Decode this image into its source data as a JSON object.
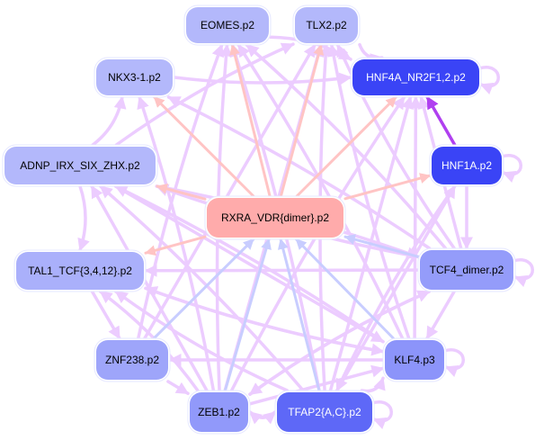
{
  "diagram": {
    "type": "directed-network",
    "edge_colors": {
      "default": "#ecccff",
      "from_rxra": "#ffc4c4",
      "to_rxra": "#c8cdff",
      "strong": "#b040f0"
    },
    "nodes": [
      {
        "id": "EOMES",
        "label": "EOMES.p2",
        "fill": "#b3b8fb",
        "text": "#000000"
      },
      {
        "id": "TLX2",
        "label": "TLX2.p2",
        "fill": "#b3b8fb",
        "text": "#000000"
      },
      {
        "id": "NKX3",
        "label": "NKX3-1.p2",
        "fill": "#b3b8fb",
        "text": "#000000"
      },
      {
        "id": "HNF4A",
        "label": "HNF4A_NR2F1,2.p2",
        "fill": "#3a44f6",
        "text": "#ffffff"
      },
      {
        "id": "ADNP",
        "label": "ADNP_IRX_SIX_ZHX.p2",
        "fill": "#b3b8fb",
        "text": "#000000"
      },
      {
        "id": "HNF1A",
        "label": "HNF1A.p2",
        "fill": "#3a44f6",
        "text": "#ffffff"
      },
      {
        "id": "RXRA",
        "label": "RXRA_VDR{dimer}.p2",
        "fill": "#ffabab",
        "text": "#000000"
      },
      {
        "id": "TAL1",
        "label": "TAL1_TCF{3,4,12}.p2",
        "fill": "#aab0fb",
        "text": "#000000"
      },
      {
        "id": "TCF4",
        "label": "TCF4_dimer.p2",
        "fill": "#949cfa",
        "text": "#000000"
      },
      {
        "id": "ZNF238",
        "label": "ZNF238.p2",
        "fill": "#9ea5fa",
        "text": "#000000"
      },
      {
        "id": "KLF4",
        "label": "KLF4.p3",
        "fill": "#8c94fa",
        "text": "#000000"
      },
      {
        "id": "ZEB1",
        "label": "ZEB1.p2",
        "fill": "#9199fa",
        "text": "#000000"
      },
      {
        "id": "TFAP2",
        "label": "TFAP2{A,C}.p2",
        "fill": "#5e68f7",
        "text": "#ffffff"
      }
    ],
    "edges": [
      {
        "from": "RXRA",
        "to": "EOMES",
        "kind": "from_rxra"
      },
      {
        "from": "RXRA",
        "to": "TLX2",
        "kind": "from_rxra"
      },
      {
        "from": "RXRA",
        "to": "NKX3",
        "kind": "from_rxra"
      },
      {
        "from": "RXRA",
        "to": "HNF4A",
        "kind": "from_rxra"
      },
      {
        "from": "RXRA",
        "to": "ADNP",
        "kind": "from_rxra"
      },
      {
        "from": "RXRA",
        "to": "HNF1A",
        "kind": "from_rxra"
      },
      {
        "from": "RXRA",
        "to": "TAL1",
        "kind": "from_rxra"
      },
      {
        "from": "ZEB1",
        "to": "RXRA",
        "kind": "to_rxra"
      },
      {
        "from": "TFAP2",
        "to": "RXRA",
        "kind": "to_rxra"
      },
      {
        "from": "KLF4",
        "to": "RXRA",
        "kind": "to_rxra"
      },
      {
        "from": "TCF4",
        "to": "RXRA",
        "kind": "to_rxra"
      },
      {
        "from": "ZNF238",
        "to": "RXRA",
        "kind": "to_rxra"
      },
      {
        "from": "HNF1A",
        "to": "HNF4A",
        "kind": "strong"
      },
      {
        "from": "HNF4A",
        "to": "HNF4A",
        "kind": "default",
        "self": true
      },
      {
        "from": "HNF1A",
        "to": "HNF1A",
        "kind": "default",
        "self": true
      },
      {
        "from": "TCF4",
        "to": "TCF4",
        "kind": "default",
        "self": true
      },
      {
        "from": "KLF4",
        "to": "KLF4",
        "kind": "default",
        "self": true
      },
      {
        "from": "TFAP2",
        "to": "TFAP2",
        "kind": "default",
        "self": true
      },
      {
        "from": "NKX3",
        "to": "HNF4A",
        "kind": "default"
      },
      {
        "from": "ADNP",
        "to": "TAL1",
        "kind": "default"
      },
      {
        "from": "TCF4",
        "to": "TAL1",
        "kind": "default"
      },
      {
        "from": "ZEB1",
        "to": "TFAP2",
        "kind": "default"
      },
      {
        "from": "TFAP2",
        "to": "ZEB1",
        "kind": "default"
      },
      {
        "from": "ZNF238",
        "to": "ZEB1",
        "kind": "default"
      },
      {
        "from": "TFAP2",
        "to": "KLF4",
        "kind": "default"
      },
      {
        "from": "ZEB1",
        "to": "EOMES",
        "kind": "default"
      },
      {
        "from": "ZEB1",
        "to": "TLX2",
        "kind": "default"
      },
      {
        "from": "ZEB1",
        "to": "NKX3",
        "kind": "default"
      },
      {
        "from": "ZEB1",
        "to": "HNF4A",
        "kind": "default"
      },
      {
        "from": "ZEB1",
        "to": "ADNP",
        "kind": "default"
      },
      {
        "from": "ZEB1",
        "to": "TAL1",
        "kind": "default"
      },
      {
        "from": "ZEB1",
        "to": "TCF4",
        "kind": "default"
      },
      {
        "from": "ZEB1",
        "to": "KLF4",
        "kind": "default"
      },
      {
        "from": "TFAP2",
        "to": "EOMES",
        "kind": "default"
      },
      {
        "from": "TFAP2",
        "to": "TLX2",
        "kind": "default"
      },
      {
        "from": "TFAP2",
        "to": "HNF4A",
        "kind": "default"
      },
      {
        "from": "TFAP2",
        "to": "ADNP",
        "kind": "default"
      },
      {
        "from": "TFAP2",
        "to": "TAL1",
        "kind": "default"
      },
      {
        "from": "TFAP2",
        "to": "HNF1A",
        "kind": "default"
      },
      {
        "from": "KLF4",
        "to": "EOMES",
        "kind": "default"
      },
      {
        "from": "KLF4",
        "to": "TLX2",
        "kind": "default"
      },
      {
        "from": "KLF4",
        "to": "HNF4A",
        "kind": "default"
      },
      {
        "from": "KLF4",
        "to": "ADNP",
        "kind": "default"
      },
      {
        "from": "KLF4",
        "to": "TAL1",
        "kind": "default"
      },
      {
        "from": "KLF4",
        "to": "ZNF238",
        "kind": "default"
      },
      {
        "from": "TCF4",
        "to": "EOMES",
        "kind": "default"
      },
      {
        "from": "TCF4",
        "to": "TLX2",
        "kind": "default"
      },
      {
        "from": "TCF4",
        "to": "HNF4A",
        "kind": "default"
      },
      {
        "from": "TCF4",
        "to": "NKX3",
        "kind": "default"
      },
      {
        "from": "TCF4",
        "to": "ADNP",
        "kind": "default"
      },
      {
        "from": "TCF4",
        "to": "KLF4",
        "kind": "default"
      },
      {
        "from": "TCF4",
        "to": "ZEB1",
        "kind": "default"
      },
      {
        "from": "ZNF238",
        "to": "EOMES",
        "kind": "default"
      },
      {
        "from": "ZNF238",
        "to": "TLX2",
        "kind": "default"
      },
      {
        "from": "ADNP",
        "to": "NKX3",
        "kind": "default"
      },
      {
        "from": "ADNP",
        "to": "TLX2",
        "kind": "default"
      },
      {
        "from": "TAL1",
        "to": "ZNF238",
        "kind": "default"
      },
      {
        "from": "TAL1",
        "to": "KLF4",
        "kind": "default"
      },
      {
        "from": "ADNP",
        "to": "TCF4",
        "kind": "default"
      },
      {
        "from": "ADNP",
        "to": "KLF4",
        "kind": "default"
      },
      {
        "from": "TLX2",
        "to": "HNF4A",
        "kind": "default"
      },
      {
        "from": "EOMES",
        "to": "HNF4A",
        "kind": "default"
      },
      {
        "from": "HNF1A",
        "to": "TCF4",
        "kind": "default"
      },
      {
        "from": "HNF1A",
        "to": "TFAP2",
        "kind": "default"
      }
    ]
  }
}
